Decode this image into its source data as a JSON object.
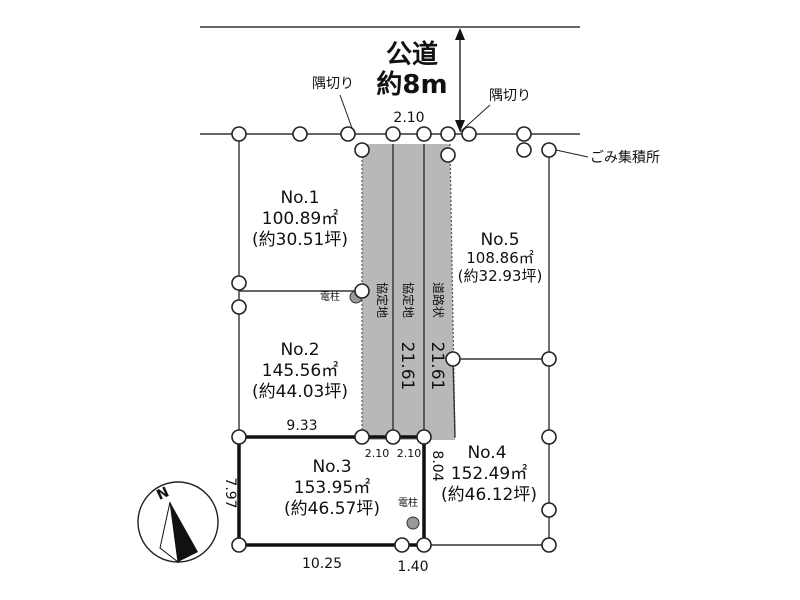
{
  "road": {
    "line1": "公道",
    "line2": "約8m"
  },
  "notes": {
    "corner_cut_left": "隅切り",
    "corner_cut_right": "隅切り",
    "garbage": "ごみ集積所",
    "pole_1": "電柱",
    "pole_2": "電柱"
  },
  "strips": {
    "kyotei_1": "協定地",
    "kyotei_2": "協定地",
    "sharp_note": "道路状",
    "len_1": "21.61",
    "len_2": "21.61"
  },
  "lots": [
    {
      "id": "no1",
      "name": "No.1",
      "area": "100.89㎡",
      "tsubo": "(約30.51坪)"
    },
    {
      "id": "no2",
      "name": "No.2",
      "area": "145.56㎡",
      "tsubo": "(約44.03坪)"
    },
    {
      "id": "no3",
      "name": "No.3",
      "area": "153.95㎡",
      "tsubo": "(約46.57坪)"
    },
    {
      "id": "no4",
      "name": "No.4",
      "area": "152.49㎡",
      "tsubo": "(約46.12坪)"
    },
    {
      "id": "no5",
      "name": "No.5",
      "area": "108.86㎡",
      "tsubo": "(約32.93坪)"
    }
  ],
  "dims": {
    "top": "2.10",
    "mid_left": "9.33",
    "mid_a": "2.10",
    "mid_b": "2.10",
    "no3_left": "7.97",
    "no3_right": "8.04",
    "bottom_left": "10.25",
    "bottom_right": "1.40"
  },
  "compass": {
    "north": "N"
  }
}
